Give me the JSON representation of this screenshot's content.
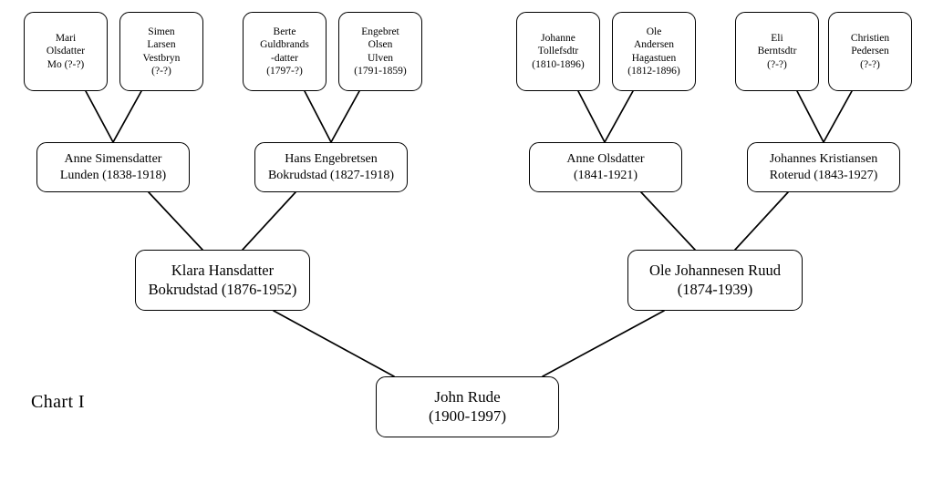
{
  "chart": {
    "label": "Chart I",
    "type": "pedigree-ancestor-chart",
    "subject": "John Rude",
    "generations": 4,
    "line_color": "#000000",
    "box_border_color": "#000000",
    "background_color": "#ffffff"
  },
  "people": {
    "subject": {
      "name": "John Rude",
      "dates": "(1900-1997)"
    },
    "gen2": [
      {
        "name_line1": "Klara Hansdatter",
        "name_line2": "Bokrudstad (1876-1952)"
      },
      {
        "name_line1": "Ole Johannesen Ruud",
        "name_line2": "(1874-1939)"
      }
    ],
    "gen3": [
      {
        "name_line1": "Anne Simensdatter",
        "name_line2": "Lunden (1838-1918)"
      },
      {
        "name_line1": "Hans Engebretsen",
        "name_line2": "Bokrudstad (1827-1918)"
      },
      {
        "name_line1": "Anne Olsdatter",
        "name_line2": "(1841-1921)"
      },
      {
        "name_line1": "Johannes Kristiansen",
        "name_line2": "Roterud (1843-1927)"
      }
    ],
    "gen4": [
      {
        "l1": "Mari",
        "l2": "Olsdatter",
        "l3": "Mo (?-?)",
        "l4": ""
      },
      {
        "l1": "Simen",
        "l2": "Larsen",
        "l3": "Vestbryn",
        "l4": "(?-?)"
      },
      {
        "l1": "Berte",
        "l2": "Guldbrands",
        "l3": "-datter",
        "l4": "(1797-?)"
      },
      {
        "l1": "Engebret",
        "l2": "Olsen",
        "l3": "Ulven",
        "l4": "(1791-1859)"
      },
      {
        "l1": "Johanne",
        "l2": "Tollefsdtr",
        "l3": "(1810-1896)",
        "l4": ""
      },
      {
        "l1": "Ole",
        "l2": "Andersen",
        "l3": "Hagastuen",
        "l4": "(1812-1896)"
      },
      {
        "l1": "Eli",
        "l2": "Berntsdtr",
        "l3": "(?-?)",
        "l4": ""
      },
      {
        "l1": "Christien",
        "l2": "Pedersen",
        "l3": "(?-?)",
        "l4": ""
      }
    ]
  }
}
